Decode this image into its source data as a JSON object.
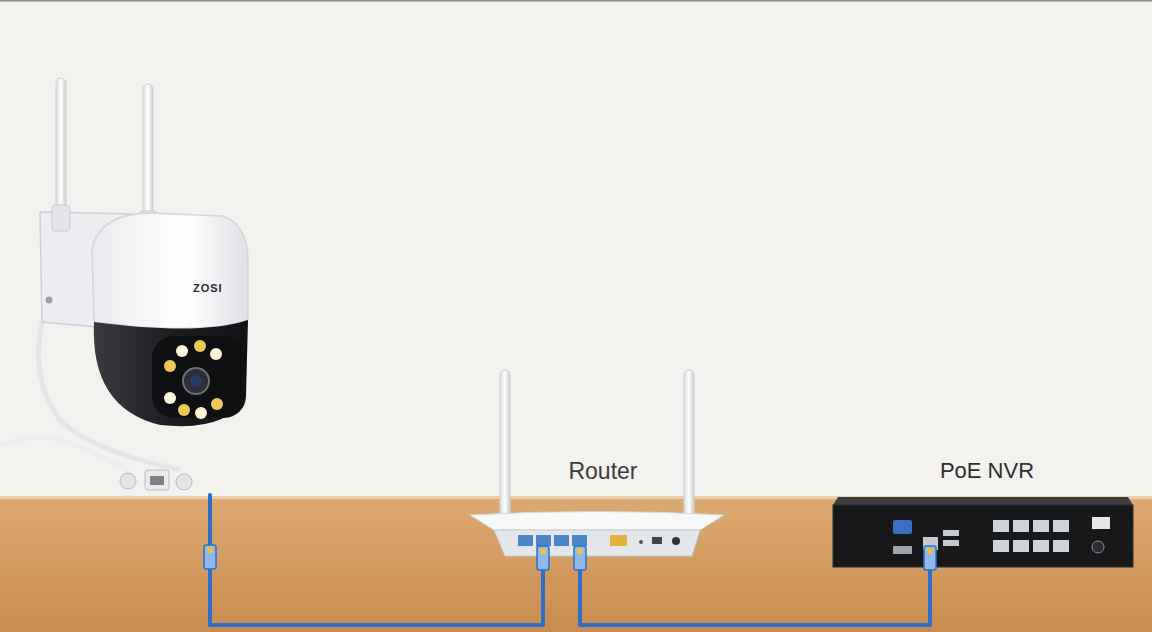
{
  "diagram": {
    "nodes": [
      {
        "text": [
          "ZOSI"
        ]
      },
      {
        "text": [
          "Router"
        ]
      },
      {
        "text": [
          "PoE NVR"
        ]
      }
    ],
    "edges": [
      {
        "from": 0,
        "to": 1,
        "arrow": "none"
      },
      {
        "from": 1,
        "to": 2,
        "arrow": "none"
      }
    ]
  }
}
